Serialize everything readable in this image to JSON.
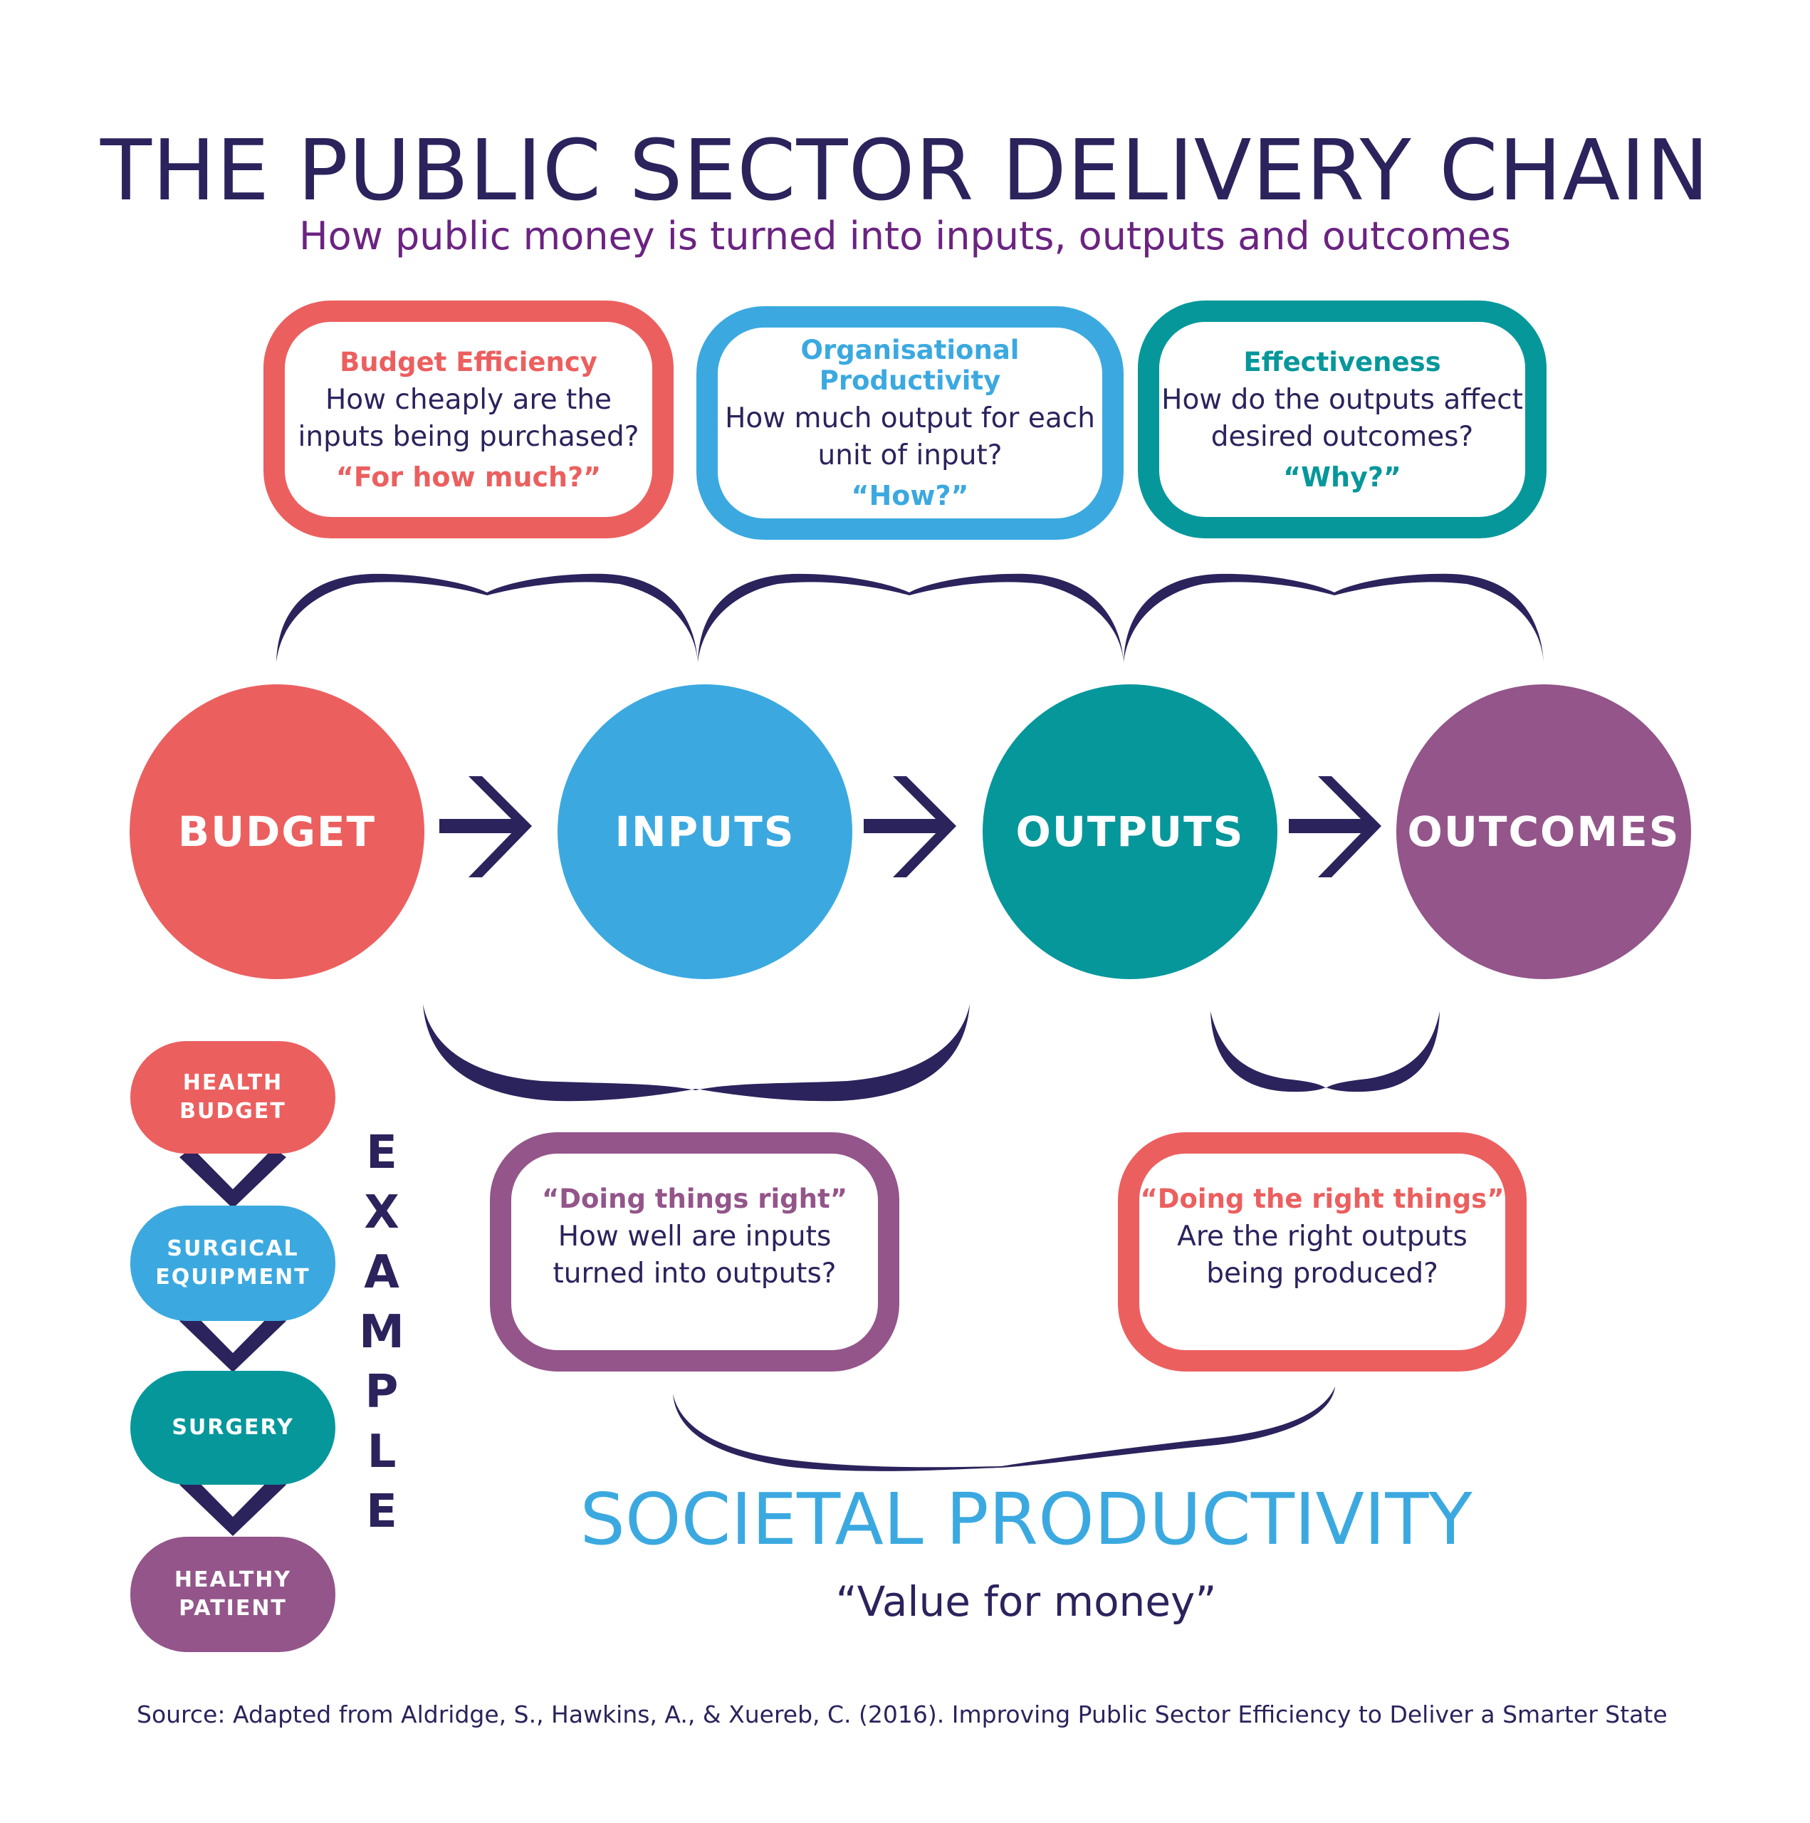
{
  "title": "THE PUBLIC SECTOR DELIVERY CHAIN",
  "subtitle": "How public money is turned into inputs, outputs and outcomes",
  "colors": {
    "navy": "#2B235C",
    "coral": "#EC5F5F",
    "blue": "#3BA9E0",
    "teal": "#06979B",
    "purple": "#93558A",
    "subtitle_purple": "#6B2381"
  },
  "top_boxes": [
    {
      "heading": "Budget Efficiency",
      "body_line1": "How cheaply are the",
      "body_line2": "inputs being purchased?",
      "footer": "“For how much?”",
      "color": "coral"
    },
    {
      "heading": "Organisational Productivity",
      "body_line1": "How much output for each",
      "body_line2": "unit of input?",
      "footer": "“How?”",
      "color": "blue"
    },
    {
      "heading": "Effectiveness",
      "body_line1": "How do the outputs affect",
      "body_line2": "desired outcomes?",
      "footer": "“Why?”",
      "color": "teal"
    }
  ],
  "chain": [
    {
      "label": "BUDGET",
      "color": "coral"
    },
    {
      "label": "INPUTS",
      "color": "blue"
    },
    {
      "label": "OUTPUTS",
      "color": "teal"
    },
    {
      "label": "OUTCOMES",
      "color": "purple"
    }
  ],
  "arrow_icon": "arrow-right-icon",
  "bottom_boxes": [
    {
      "heading": "“Doing things right”",
      "body_line1": "How well are inputs",
      "body_line2": "turned into outputs?",
      "color": "purple"
    },
    {
      "heading": "“Doing the right things”",
      "body_line1": "Are the right outputs",
      "body_line2": "being produced?",
      "color": "coral"
    }
  ],
  "example": {
    "vertical_label": [
      "E",
      "X",
      "A",
      "M",
      "P",
      "L",
      "E"
    ],
    "steps": [
      {
        "line1": "HEALTH",
        "line2": "BUDGET",
        "color": "coral"
      },
      {
        "line1": "SURGICAL",
        "line2": "EQUIPMENT",
        "color": "blue"
      },
      {
        "line1": "SURGERY",
        "line2": "",
        "color": "teal"
      },
      {
        "line1": "HEALTHY",
        "line2": "PATIENT",
        "color": "purple"
      }
    ],
    "connector_icon": "chevron-down-icon"
  },
  "societal": {
    "title": "SOCIETAL PRODUCTIVITY",
    "tagline": "“Value for money”"
  },
  "source": "Source:  Adapted from Aldridge, S., Hawkins, A., & Xuereb, C. (2016). Improving Public Sector Efficiency to Deliver a Smarter State"
}
